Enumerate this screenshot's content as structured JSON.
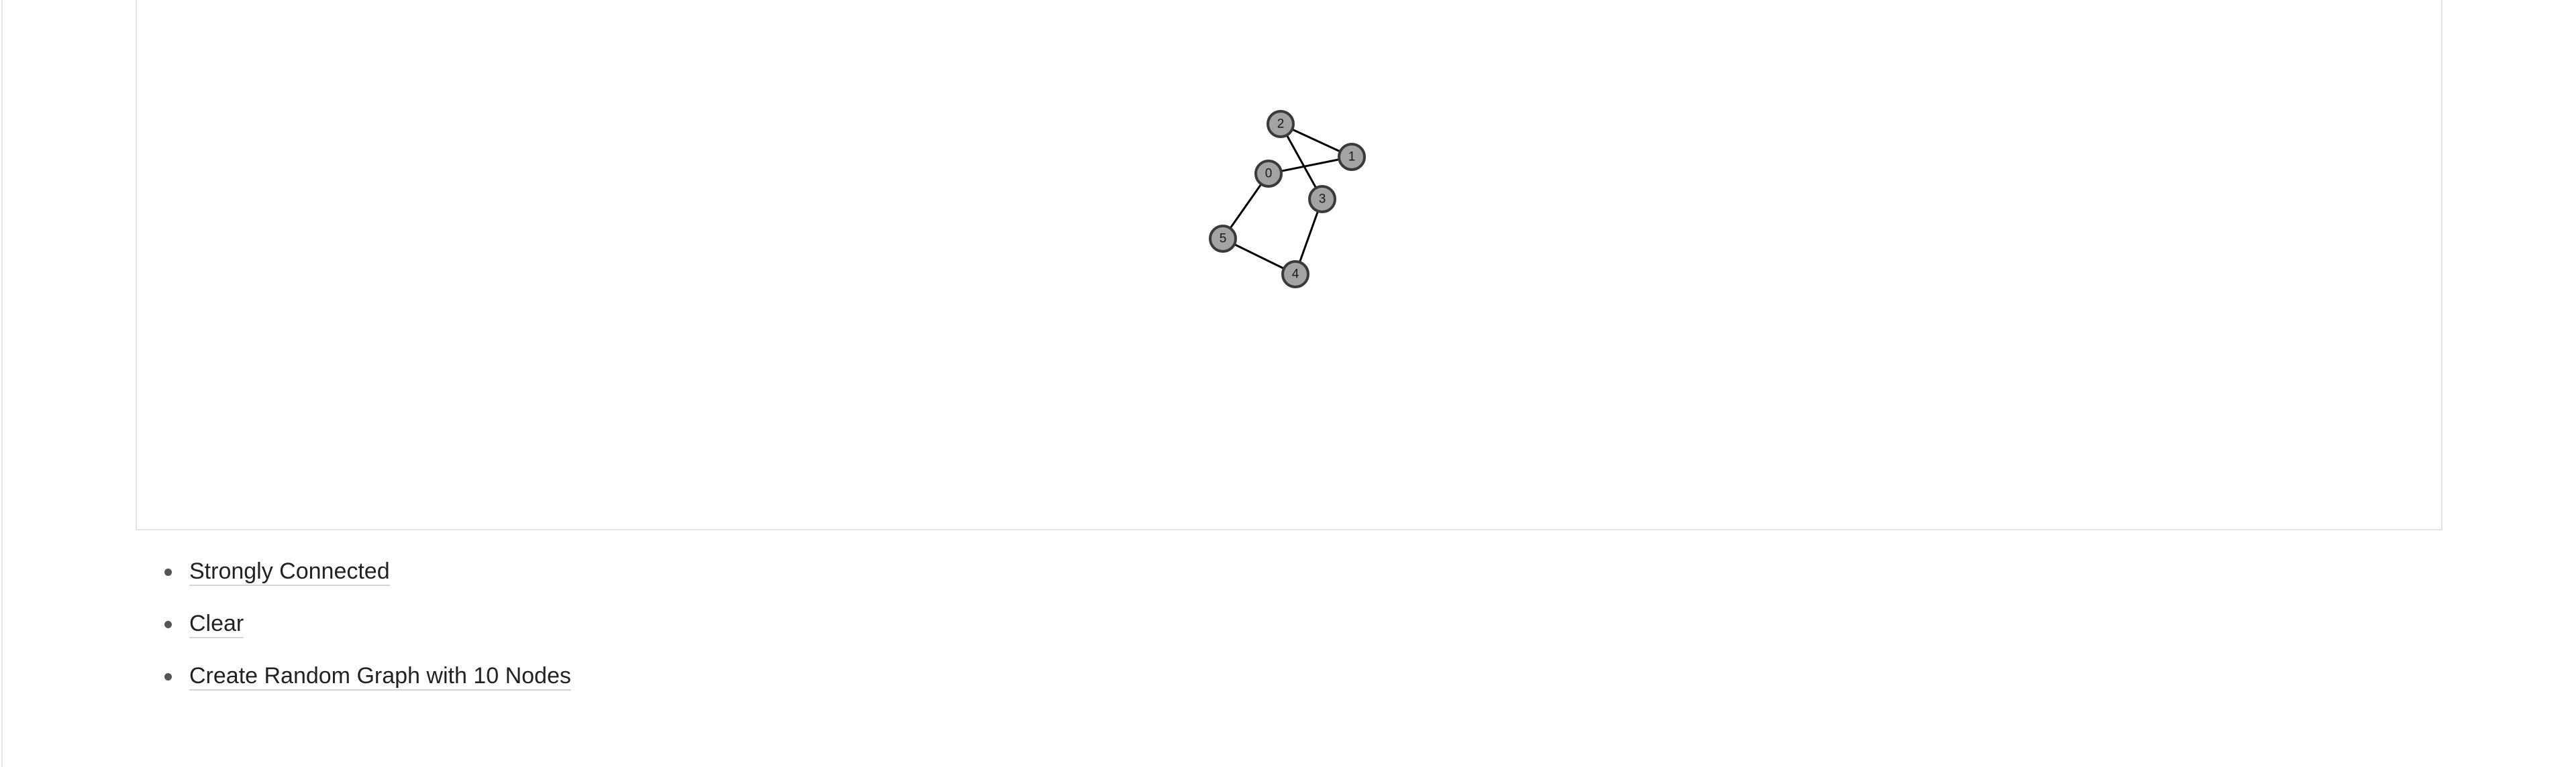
{
  "graph": {
    "nodes": [
      {
        "id": "0",
        "label": "0"
      },
      {
        "id": "1",
        "label": "1"
      },
      {
        "id": "2",
        "label": "2"
      },
      {
        "id": "3",
        "label": "3"
      },
      {
        "id": "4",
        "label": "4"
      },
      {
        "id": "5",
        "label": "5"
      }
    ],
    "edges": [
      [
        "0",
        "1"
      ],
      [
        "2",
        "1"
      ],
      [
        "2",
        "3"
      ],
      [
        "3",
        "4"
      ],
      [
        "4",
        "5"
      ],
      [
        "5",
        "0"
      ]
    ],
    "node_color": "#a3a3a3",
    "node_stroke_color": "#3a3a3a",
    "edge_color": "#000000"
  },
  "actions": {
    "strongly_connected": "Strongly Connected",
    "clear": "Clear",
    "random_graph": "Create Random Graph with 10 Nodes"
  }
}
